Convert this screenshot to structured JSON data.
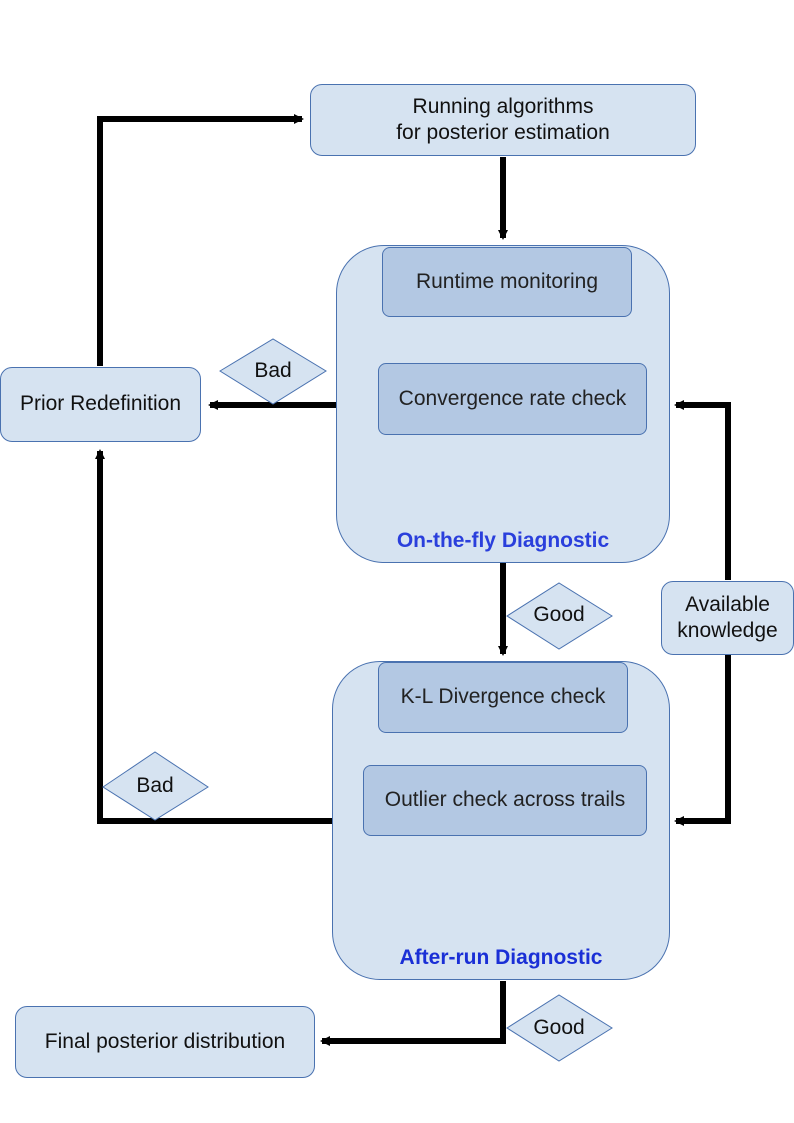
{
  "nodes": {
    "running": "Running algorithms\nfor posterior estimation",
    "runtime_monitoring": "Runtime monitoring",
    "convergence_rate": "Convergence rate check",
    "onthefly_title": "On-the-fly Diagnostic",
    "prior_redefinition": "Prior Redefinition",
    "available_knowledge": "Available\nknowledge",
    "kl_divergence": "K-L Divergence check",
    "outlier_check": "Outlier check across trails",
    "afterrun_title": "After-run Diagnostic",
    "final_posterior": "Final posterior distribution"
  },
  "decisions": {
    "bad_top": "Bad",
    "good_middle": "Good",
    "bad_bottom": "Bad",
    "good_bottom": "Good"
  },
  "colors": {
    "box_fill": "#d6e3f1",
    "inner_fill": "#b3c8e3",
    "border": "#4a72b0",
    "title_blue": "#2a3fdc"
  }
}
